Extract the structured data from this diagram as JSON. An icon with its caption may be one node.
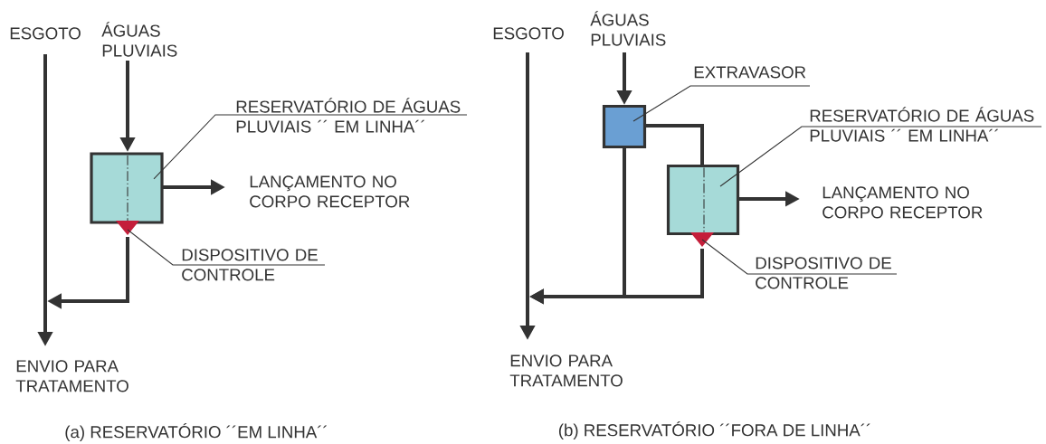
{
  "diagram": {
    "nodes": [
      {
        "text": [
          "ESGOTO"
        ]
      },
      {
        "text": [
          "ÁGUAS PLUVIAIS"
        ]
      },
      {
        "text": [],
        "shape": "box"
      },
      {
        "text": [
          "RESERVATÓRIO DE ÁGUAS PLUVIAIS ´´ EM LINHA´´"
        ]
      },
      {
        "text": [
          "LANÇAMENTO NO CORPO RECEPTOR"
        ]
      },
      {
        "text": [],
        "shape": "triangle"
      },
      {
        "text": [
          "DISPOSITIVO DE CONTROLE"
        ]
      },
      {
        "text": [
          "ENVIO PARA TRATAMENTO"
        ]
      },
      {
        "text": [
          "ESGOTO"
        ]
      },
      {
        "text": [
          "ÁGUAS PLUVIAIS"
        ]
      },
      {
        "text": [],
        "shape": "box"
      },
      {
        "text": [
          "EXTRAVASOR"
        ]
      },
      {
        "text": [],
        "shape": "box"
      },
      {
        "text": [
          "RESERVATÓRIO DE ÁGUAS PLUVIAIS ´´ EM LINHA´´"
        ]
      },
      {
        "text": [
          "LANÇAMENTO NO CORPO RECEPTOR"
        ]
      },
      {
        "text": [],
        "shape": "triangle"
      },
      {
        "text": [
          "DISPOSITIVO DE CONTROLE"
        ]
      },
      {
        "text": [
          "ENVIO PARA TRATAMENTO"
        ]
      }
    ],
    "edges": [
      {
        "from": 0,
        "to": 7,
        "arrow": "to"
      },
      {
        "from": 1,
        "to": 2,
        "arrow": "to"
      },
      {
        "from": 2,
        "to": 4,
        "arrow": "to"
      },
      {
        "from": 5,
        "to": 7,
        "arrow": "to"
      },
      {
        "from": 3,
        "to": 2,
        "arrow": "none"
      },
      {
        "from": 6,
        "to": 5,
        "arrow": "none"
      },
      {
        "from": 8,
        "to": 17,
        "arrow": "to"
      },
      {
        "from": 9,
        "to": 10,
        "arrow": "to"
      },
      {
        "from": 10,
        "to": 12,
        "arrow": "none"
      },
      {
        "from": 12,
        "to": 14,
        "arrow": "to"
      },
      {
        "from": 10,
        "to": 17,
        "arrow": "to"
      },
      {
        "from": 15,
        "to": 17,
        "arrow": "to"
      },
      {
        "from": 11,
        "to": 10,
        "arrow": "none"
      },
      {
        "from": 13,
        "to": 12,
        "arrow": "none"
      },
      {
        "from": 16,
        "to": 15,
        "arrow": "none"
      }
    ],
    "labels": [
      "(a) RESERVATÓRIO ´´EM LINHA´´",
      "(b) RESERVATÓRIO ´´FORA DE LINHA´´"
    ]
  }
}
